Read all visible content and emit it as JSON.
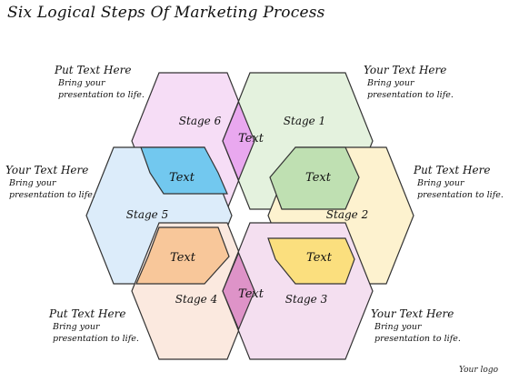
{
  "title": "Six Logical Steps Of Marketing Process",
  "stages": [
    {
      "id": "stage-1",
      "label": "Stage 1",
      "fill": "#e4f2de",
      "stroke": "#333333"
    },
    {
      "id": "stage-2",
      "label": "Stage 2",
      "fill": "#fdf2cf",
      "stroke": "#333333"
    },
    {
      "id": "stage-3",
      "label": "Stage 3",
      "fill": "#f4dff0",
      "stroke": "#333333"
    },
    {
      "id": "stage-4",
      "label": "Stage 4",
      "fill": "#fbe9df",
      "stroke": "#333333"
    },
    {
      "id": "stage-5",
      "label": "Stage 5",
      "fill": "#dcecfa",
      "stroke": "#333333"
    },
    {
      "id": "stage-6",
      "label": "Stage 6",
      "fill": "#f6ddf6",
      "stroke": "#333333"
    }
  ],
  "overlaps": [
    {
      "id": "top",
      "label": "Text",
      "fill": "#e9a8ef"
    },
    {
      "id": "upper-right",
      "label": "Text",
      "fill": "#bfe0b2"
    },
    {
      "id": "lower-right",
      "label": "Text",
      "fill": "#fbdf7e"
    },
    {
      "id": "bottom",
      "label": "Text",
      "fill": "#de93c8"
    },
    {
      "id": "lower-left",
      "label": "Text",
      "fill": "#f8c79a"
    },
    {
      "id": "upper-left",
      "label": "Text",
      "fill": "#72c8ef"
    }
  ],
  "notes": [
    {
      "id": "top-left",
      "heading": "Put Text Here",
      "body1": "Bring your",
      "body2": "presentation to life."
    },
    {
      "id": "top-right",
      "heading": "Your Text Here",
      "body1": "Bring your",
      "body2": "presentation to life."
    },
    {
      "id": "mid-left",
      "heading": "Your Text Here",
      "body1": "Bring your",
      "body2": "presentation to life."
    },
    {
      "id": "mid-right",
      "heading": "Put Text Here",
      "body1": "Bring your",
      "body2": "presentation to life."
    },
    {
      "id": "bottom-left",
      "heading": "Put Text Here",
      "body1": "Bring your",
      "body2": "presentation to life."
    },
    {
      "id": "bottom-right",
      "heading": "Your Text Here",
      "body1": "Bring your",
      "body2": "presentation to life."
    }
  ],
  "footer": "Your logo"
}
